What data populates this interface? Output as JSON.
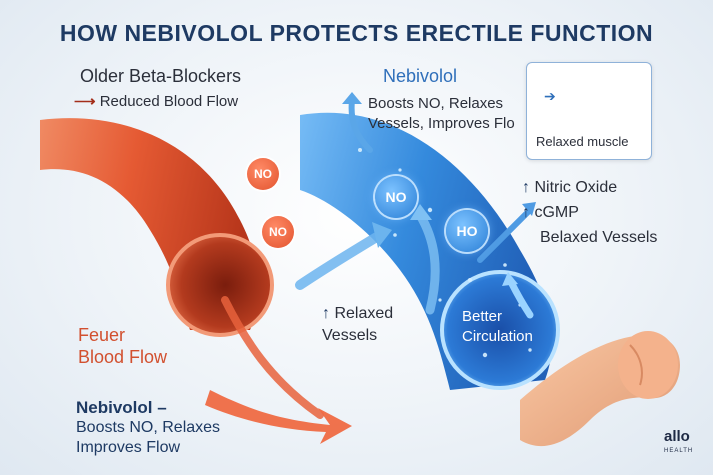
{
  "title": "HOW NEBIVOLOL PROTECTS ERECTILE FUNCTION",
  "left": {
    "heading": "Older Beta-Blockers",
    "reduced_flow": "Reduced Blood Flow",
    "fewer_flow_line1": "Feuer",
    "fewer_flow_line2": "Blood Flow",
    "bottom_line1": "Nebivolol –",
    "bottom_line2": "Boosts NO, Relaxes",
    "bottom_line3": "Improves Flow",
    "badges": [
      "NO",
      "NO"
    ]
  },
  "middle": {
    "relaxed_line1": "Relaxed",
    "relaxed_line2": "Vessels"
  },
  "right": {
    "heading": "Nebivolol",
    "line1": "Boosts NO, Relaxes",
    "line2": "Vessels, Improves Flo",
    "badge_no": "NO",
    "badge_ho": "HO",
    "nitric_oxide": "Nitric Oxide",
    "cgmp": "cGMP",
    "belaxed": "Belaxed Vessels",
    "better_line1": "Better",
    "better_line2": "Circulation"
  },
  "inset": {
    "label": "Relaxed muscle"
  },
  "logo": {
    "text": "allo",
    "sub": "HEALTH"
  },
  "colors": {
    "title": "#1e3a63",
    "red_vessel": "#e2532e",
    "blue_vessel": "#2a7fd6",
    "accent_blue": "#2f6fba",
    "accent_red": "#d2502f"
  }
}
